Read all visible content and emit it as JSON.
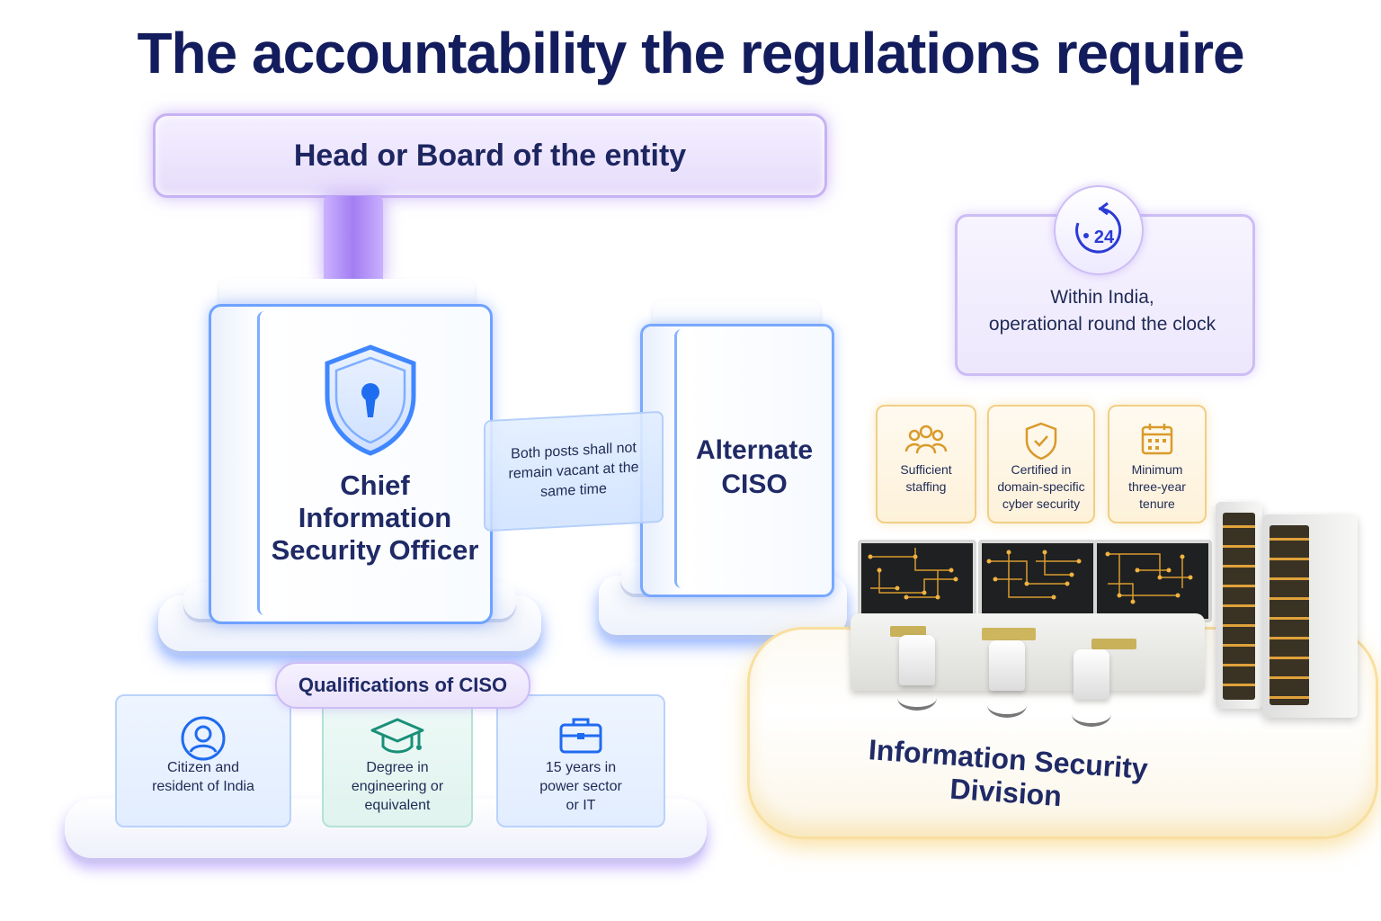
{
  "title": "The accountability the regulations require",
  "head": {
    "label": "Head or Board of the entity"
  },
  "ciso": {
    "line1": "Chief",
    "line2": "Information",
    "line3": "Security Officer",
    "icon": "shield-lock-icon"
  },
  "alternate": {
    "line1": "Alternate",
    "line2": "CISO"
  },
  "ribbon": {
    "line1": "Both posts shall not",
    "line2": "remain vacant at the",
    "line3": "same time"
  },
  "qualifications": {
    "label": "Qualifications of CISO",
    "items": [
      {
        "icon": "person-icon",
        "line1": "Citizen and",
        "line2": "resident of India",
        "line3": ""
      },
      {
        "icon": "graduation-cap-icon",
        "line1": "Degree in",
        "line2": "engineering or",
        "line3": "equivalent"
      },
      {
        "icon": "briefcase-icon",
        "line1": "15 years in",
        "line2": "power sector",
        "line3": "or IT"
      }
    ]
  },
  "clock": {
    "badge": "24",
    "line1": "Within India,",
    "line2": "operational round the clock",
    "icon": "24-hour-clock-icon"
  },
  "division": {
    "label": "Information Security Division",
    "requirements": [
      {
        "icon": "people-group-icon",
        "line1": "Sufficient",
        "line2": "staffing",
        "line3": ""
      },
      {
        "icon": "shield-check-icon",
        "line1": "Certified in",
        "line2": "domain-specific",
        "line3": "cyber security"
      },
      {
        "icon": "calendar-icon",
        "line1": "Minimum",
        "line2": "three-year",
        "line3": "tenure"
      }
    ]
  },
  "colors": {
    "title": "#131c5c",
    "purple_accent": "#a37ef2",
    "blue_accent": "#6ea2ff",
    "gold_accent": "#f0cf86"
  }
}
